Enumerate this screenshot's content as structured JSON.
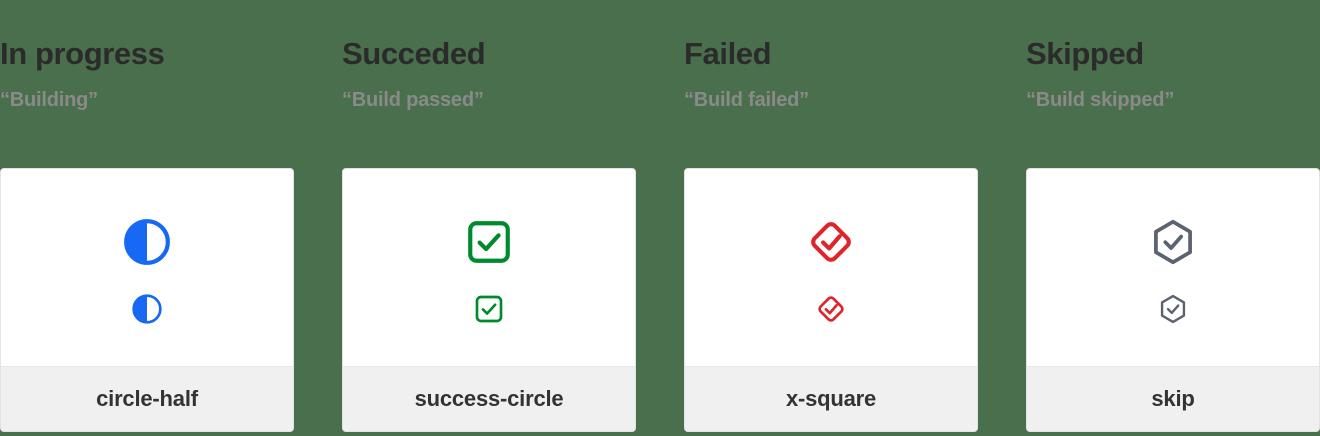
{
  "page": {
    "background_color": "#4a6f4c",
    "card_background": "#ffffff",
    "footer_background": "#f0f0f0"
  },
  "columns": [
    {
      "heading": "In progress",
      "subheading": "“Building”",
      "icon_name": "circle-half",
      "icon_label": "circle-half",
      "color": "#1668f5"
    },
    {
      "heading": "Succeded",
      "subheading": "“Build passed”",
      "icon_name": "success-circle",
      "icon_label": "success-circle",
      "color": "#008a2e"
    },
    {
      "heading": "Failed",
      "subheading": "“Build failed”",
      "icon_name": "x-square",
      "icon_label": "x-square",
      "color": "#e0242b"
    },
    {
      "heading": "Skipped",
      "subheading": "“Build skipped”",
      "icon_name": "skip",
      "icon_label": "skip",
      "color": "#5c6370"
    }
  ]
}
